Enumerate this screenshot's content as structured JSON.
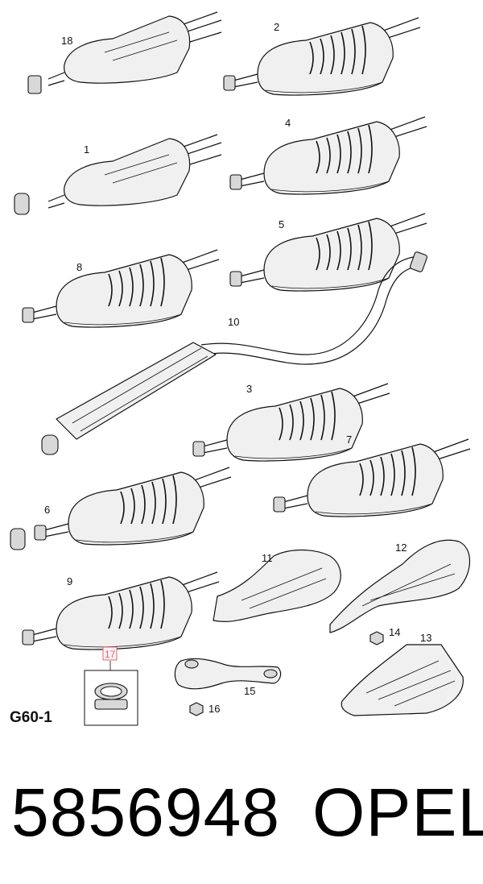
{
  "figure_code": "G60-1",
  "part_number": "5856948",
  "brand": "OPEL",
  "highlight_color": "#e0677a",
  "callouts": [
    {
      "id": "c18",
      "text": "18"
    },
    {
      "id": "c2",
      "text": "2"
    },
    {
      "id": "c1",
      "text": "1"
    },
    {
      "id": "c4",
      "text": "4"
    },
    {
      "id": "c8",
      "text": "8"
    },
    {
      "id": "c5",
      "text": "5"
    },
    {
      "id": "c10",
      "text": "10"
    },
    {
      "id": "c3",
      "text": "3"
    },
    {
      "id": "c7",
      "text": "7"
    },
    {
      "id": "c6",
      "text": "6"
    },
    {
      "id": "c11",
      "text": "11"
    },
    {
      "id": "c12",
      "text": "12"
    },
    {
      "id": "c9",
      "text": "9"
    },
    {
      "id": "c14",
      "text": "14"
    },
    {
      "id": "c13",
      "text": "13"
    },
    {
      "id": "c17",
      "text": "17"
    },
    {
      "id": "c15",
      "text": "15"
    },
    {
      "id": "c16",
      "text": "16"
    }
  ]
}
